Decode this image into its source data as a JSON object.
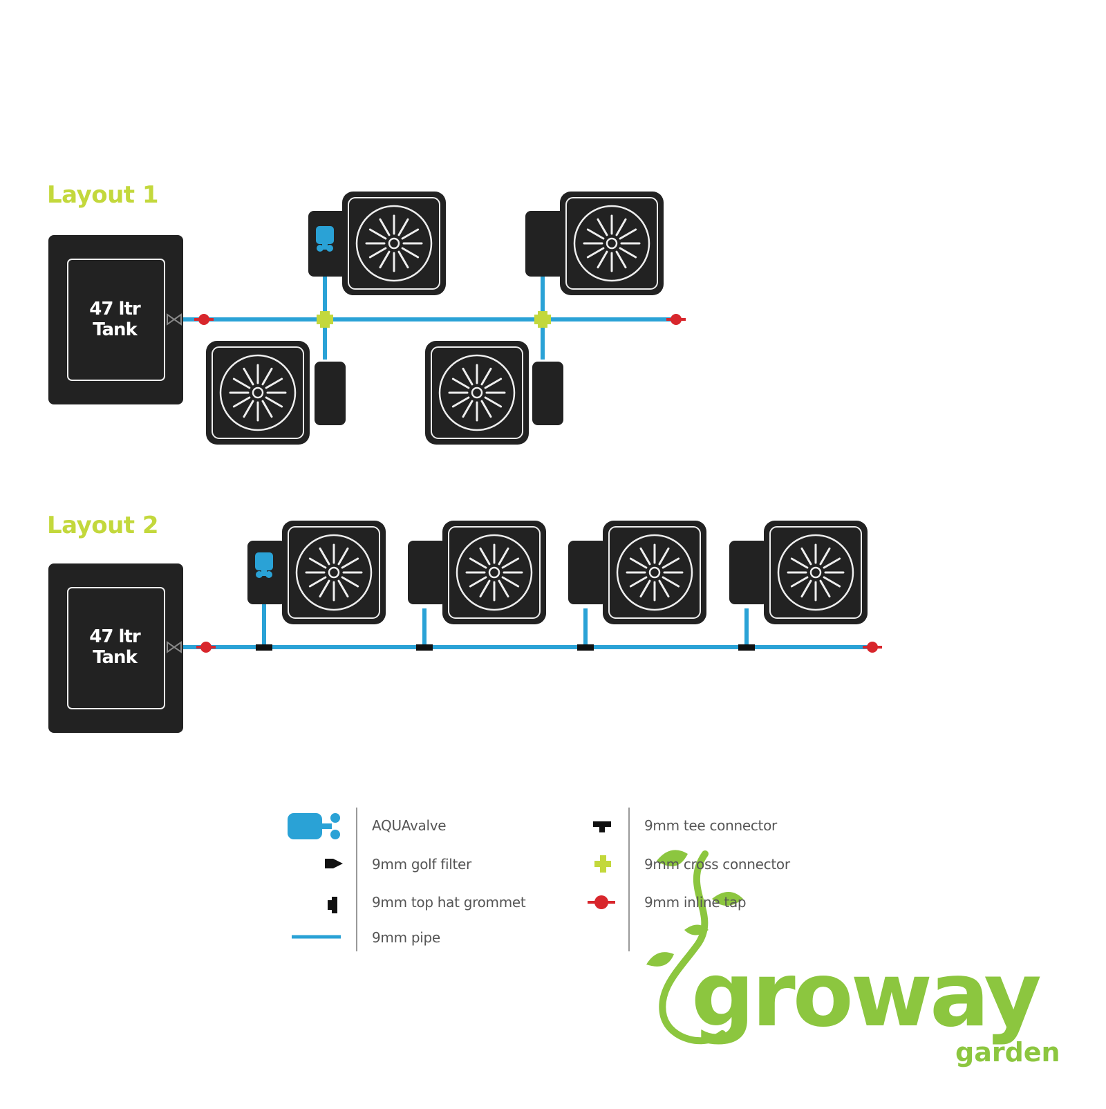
{
  "colors": {
    "accent_green": "#c3d83c",
    "pipe_blue": "#2aa2d6",
    "tap_red": "#d8262c",
    "unit_dark": "#222222",
    "brand_green": "#8cc63f",
    "legend_text": "#555555"
  },
  "layouts": [
    {
      "title": "Layout 1",
      "tank": {
        "line1": "47 ltr",
        "line2": "Tank"
      }
    },
    {
      "title": "Layout 2",
      "tank": {
        "line1": "47 ltr",
        "line2": "Tank"
      }
    }
  ],
  "legend": {
    "left": [
      {
        "icon": "aquavalve-icon",
        "label": "AQUAvalve"
      },
      {
        "icon": "golf-filter-icon",
        "label": "9mm golf filter"
      },
      {
        "icon": "top-hat-grommet-icon",
        "label": "9mm top hat grommet"
      },
      {
        "icon": "pipe-icon",
        "label": "9mm pipe"
      }
    ],
    "right": [
      {
        "icon": "tee-connector-icon",
        "label": "9mm tee connector"
      },
      {
        "icon": "cross-connector-icon",
        "label": "9mm cross connector"
      },
      {
        "icon": "inline-tap-icon",
        "label": "9mm inline tap"
      }
    ]
  },
  "brand": {
    "name": "groway",
    "sub": "garden"
  }
}
